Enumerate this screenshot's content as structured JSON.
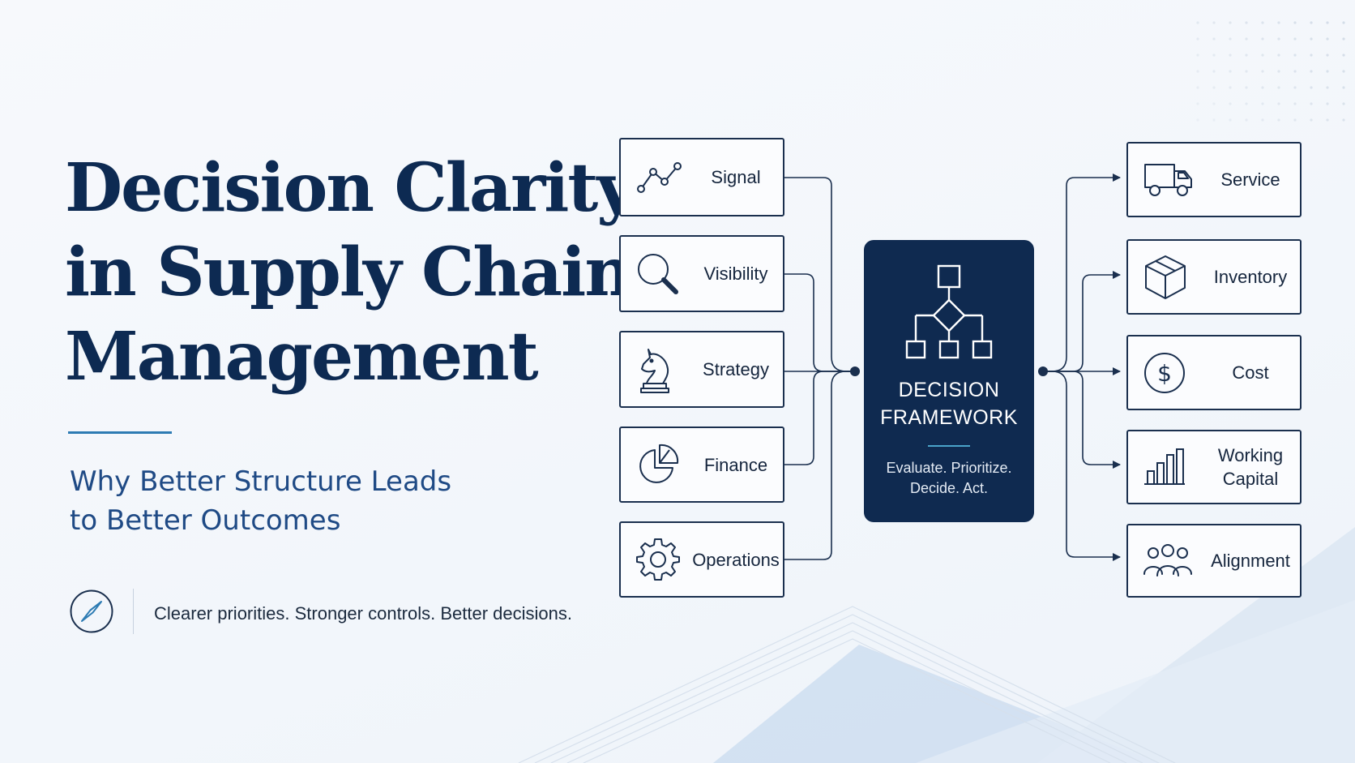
{
  "title": {
    "lines": [
      "Decision Clarity",
      "in Supply Chain",
      "Management"
    ]
  },
  "subtitle": {
    "lines": [
      "Why Better Structure Leads",
      "to Better Outcomes"
    ]
  },
  "tagline": "Clearer priorities. Stronger controls. Better decisions.",
  "inputs": [
    {
      "label": "Signal",
      "icon": "line-chart-icon"
    },
    {
      "label": "Visibility",
      "icon": "magnifier-icon"
    },
    {
      "label": "Strategy",
      "icon": "chess-knight-icon"
    },
    {
      "label": "Finance",
      "icon": "pie-chart-icon"
    },
    {
      "label": "Operations",
      "icon": "gear-icon"
    }
  ],
  "center": {
    "title_lines": [
      "DECISION",
      "FRAMEWORK"
    ],
    "subtitle_lines": [
      "Evaluate. Prioritize.",
      "Decide. Act."
    ],
    "icon": "decision-tree-icon"
  },
  "outputs": [
    {
      "label_lines": [
        "Service"
      ],
      "icon": "delivery-truck-icon"
    },
    {
      "label_lines": [
        "Inventory"
      ],
      "icon": "package-box-icon"
    },
    {
      "label_lines": [
        "Cost"
      ],
      "icon": "dollar-coin-icon"
    },
    {
      "label_lines": [
        "Working",
        "Capital"
      ],
      "icon": "bar-chart-icon"
    },
    {
      "label_lines": [
        "Alignment"
      ],
      "icon": "team-people-icon"
    }
  ],
  "colors": {
    "navy": "#0f2a50",
    "ink": "#1a2f4e",
    "accent": "#2d7bb3",
    "background": "#f5f8fc"
  }
}
